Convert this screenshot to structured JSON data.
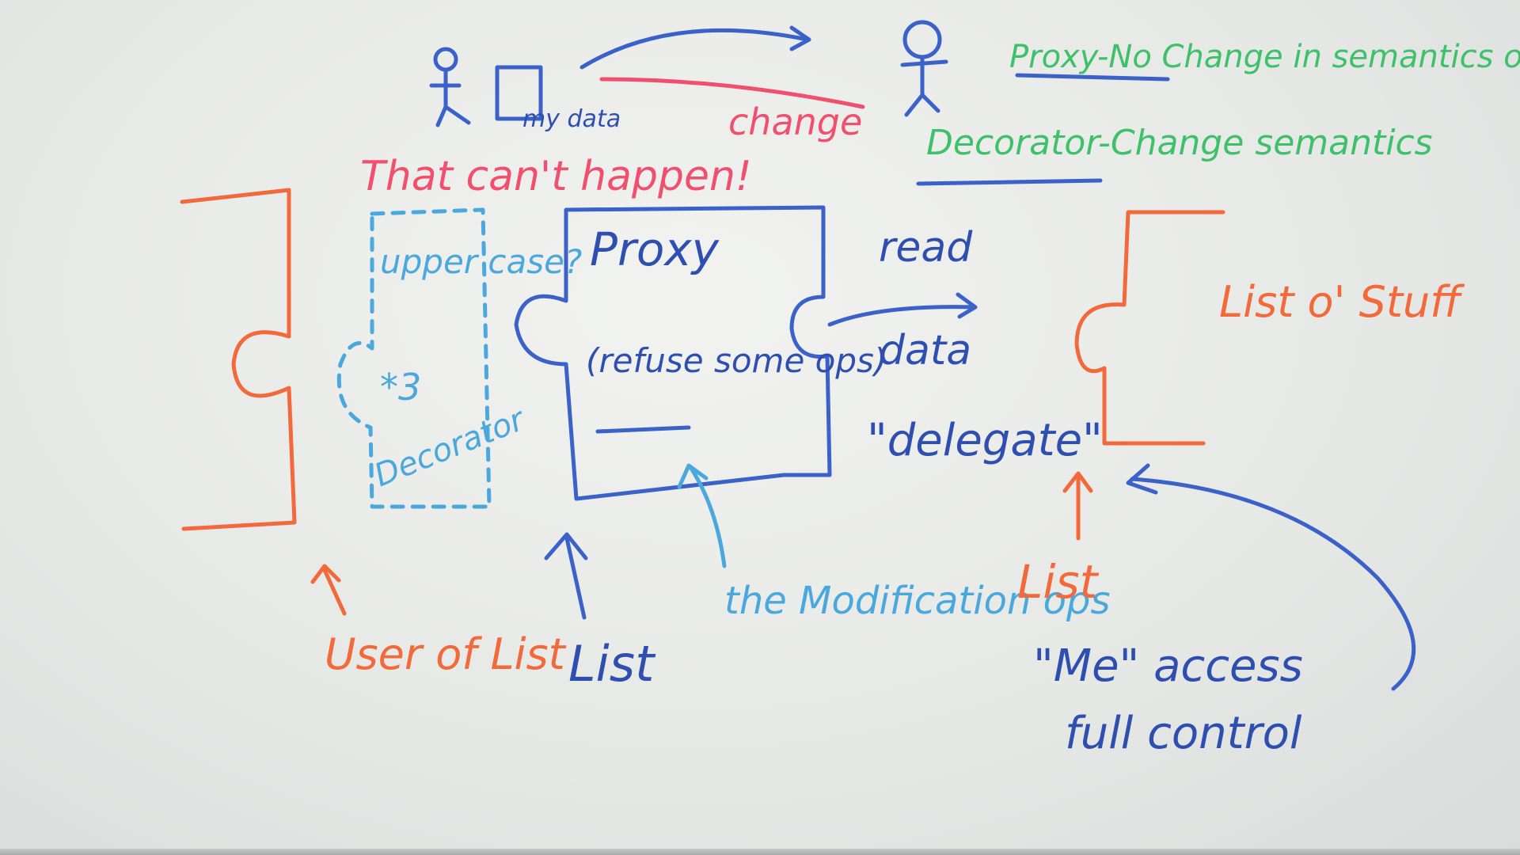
{
  "board": {
    "notes": {
      "proxy_def": "Proxy-No Change in semantics or interface",
      "decorator_def": "Decorator-Change semantics",
      "my_data": "my data",
      "change": "change",
      "cant_happen": "That can't happen!",
      "upper_case": "upper case?",
      "times_three": "*3",
      "decorator": "Decorator",
      "proxy": "Proxy",
      "refuse_ops": "(refuse some ops)",
      "read": "read",
      "data": "data",
      "delegate": "\"delegate\"",
      "list_o_stuff": "List o' Stuff",
      "user_of_list": "User of List",
      "list_center": "List",
      "modification_ops": "the Modification ops",
      "list_right": "List",
      "me_access": "\"Me\" access",
      "full_control": "full control"
    }
  },
  "colors": {
    "green": "#3fc06a",
    "red": "#f0506e",
    "orange": "#f26a3c",
    "blue": "#3b62c8",
    "light_blue": "#4aa8dc"
  }
}
